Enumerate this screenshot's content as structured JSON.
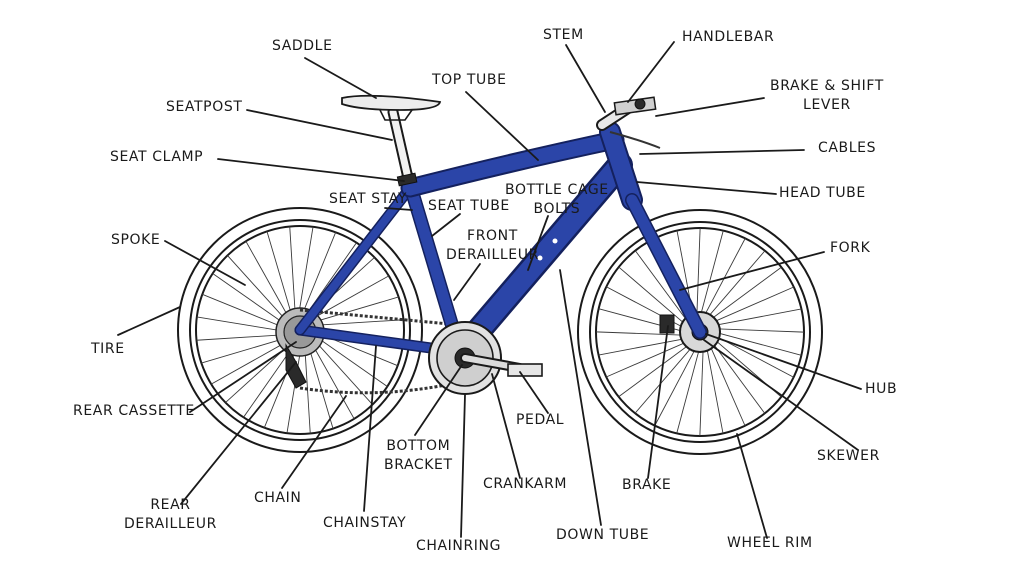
{
  "labels": {
    "saddle": "SADDLE",
    "seatpost": "SEATPOST",
    "seat_clamp": "SEAT CLAMP",
    "top_tube": "TOP TUBE",
    "stem": "STEM",
    "handlebar": "HANDLEBAR",
    "brake_shift_lever": [
      "BRAKE & SHIFT",
      "LEVER"
    ],
    "cables": "CABLES",
    "head_tube": "HEAD TUBE",
    "seat_stay": "SEAT STAY",
    "seat_tube": "SEAT TUBE",
    "bottle_cage_bolts": [
      "BOTTLE CAGE",
      "BOLTS"
    ],
    "front_derailleur": [
      "FRONT",
      "DERAILLEUR"
    ],
    "spoke": "SPOKE",
    "fork": "FORK",
    "tire": "TIRE",
    "hub": "HUB",
    "rear_cassette": "REAR CASSETTE",
    "pedal": "PEDAL",
    "bottom_bracket": [
      "BOTTOM",
      "BRACKET"
    ],
    "skewer": "SKEWER",
    "rear_derailleur": [
      "REAR",
      "DERAILLEUR"
    ],
    "chain": "CHAIN",
    "crankarm": "CRANKARM",
    "brake": "BRAKE",
    "chainstay": "CHAINSTAY",
    "chainring": "CHAINRING",
    "down_tube": "DOWN TUBE",
    "wheel_rim": "WHEEL RIM"
  },
  "colors": {
    "frame": "#2b45a8",
    "frame_edge": "#14215e",
    "ink": "#1a1a1a"
  }
}
